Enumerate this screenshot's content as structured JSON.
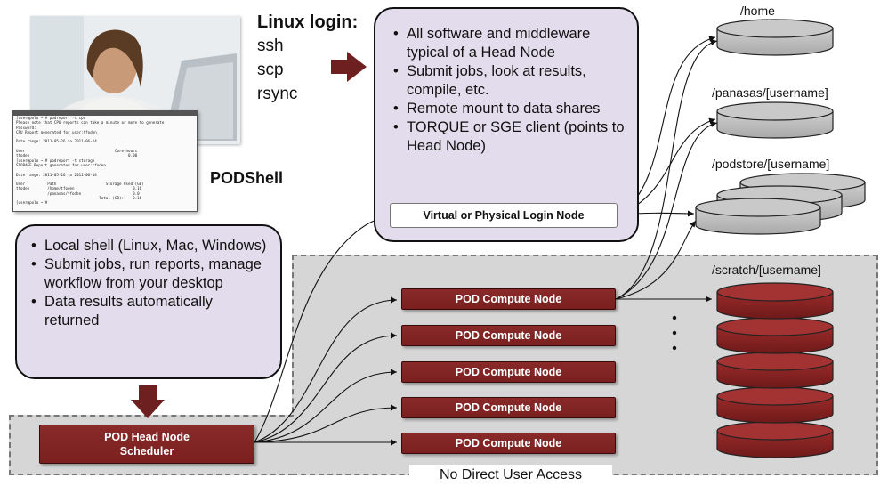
{
  "colors": {
    "purple_fill": "#e3dcec",
    "node_red": "#7a1f1f",
    "disk_gray": "#bdbdbd",
    "zone_gray": "#d6d6d6",
    "arrow_red": "#6e2020"
  },
  "linux_login": {
    "title": "Linux login:",
    "items": [
      "ssh",
      "scp",
      "rsync"
    ]
  },
  "podshell_label": "PODShell",
  "terminal_lines": [
    "[user@polo ~]# podreport -t cpu",
    "Please note that CPU reports can take a minute or more to generate",
    "Password:",
    "CPU Report generated for user:tfoden",
    "",
    "Date range: 2011-05-26 to 2011-06-14",
    "",
    "User                                        Core-hours",
    "tfoden                                            0.00",
    "[user@polo ~]# podreport -t storage",
    "STORAGE Report generated for user:tfoden",
    "",
    "Date range: 2011-05-26 to 2011-06-14",
    "",
    "User          Path                      Storage Used (GB)",
    "tfoden        /home/tfoden                          0.16",
    "              /panasas/tfoden                       0.0",
    "                                     Total (GB):    0.16",
    "[user@polo ~]# "
  ],
  "login_node_box": {
    "bullets": [
      "All software and middleware typical of a Head Node",
      "Submit jobs, look at results, compile, etc.",
      "Remote mount to data shares",
      "TORQUE or SGE client (points to Head Node)"
    ],
    "label": "Virtual or Physical Login Node"
  },
  "local_box": {
    "bullets": [
      "Local shell (Linux, Mac, Windows)",
      "Submit jobs, run reports, manage workflow from your desktop",
      "Data results automatically returned"
    ]
  },
  "head_node": {
    "label": "POD Head Node Scheduler"
  },
  "compute_nodes": [
    "POD Compute Node",
    "POD Compute Node",
    "POD Compute Node",
    "POD Compute Node",
    "POD Compute Node"
  ],
  "storage_paths": {
    "home": "/home",
    "panasas": "/panasas/[username]",
    "podstore": "/podstore/[username]",
    "scratch": "/scratch/[username]"
  },
  "zone_label": "No Direct User Access",
  "ellipsis_icon": "vertical-ellipsis"
}
